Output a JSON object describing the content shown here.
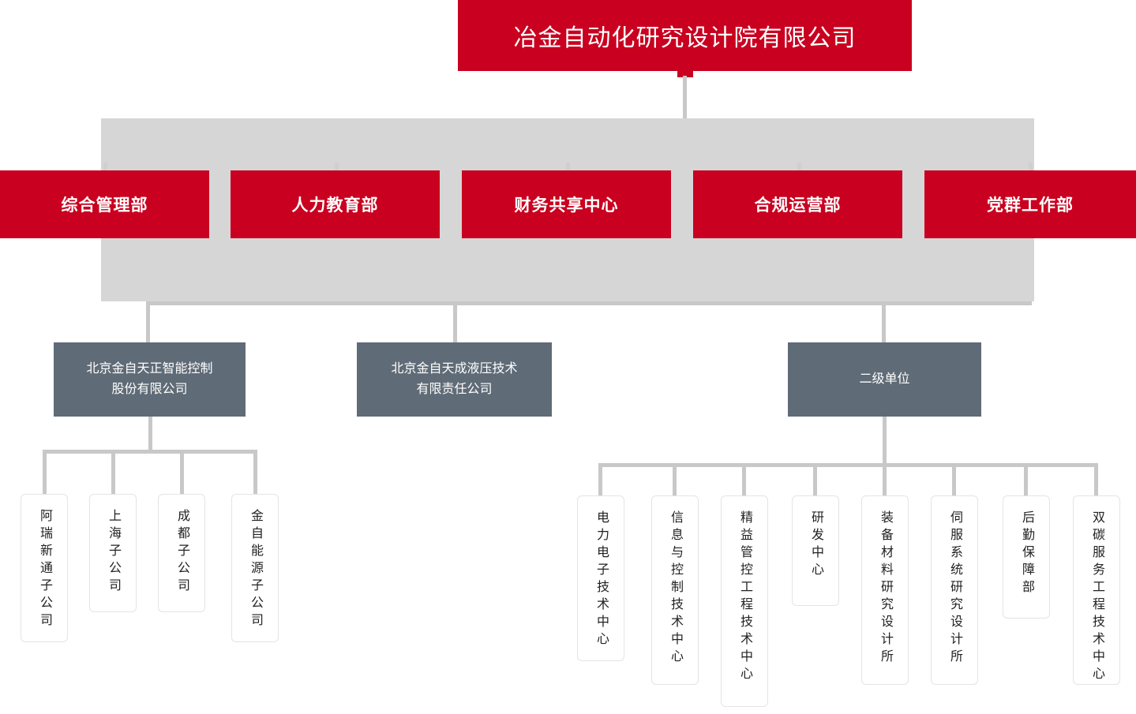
{
  "chart_type": "organization-chart",
  "colors": {
    "brand_red": "#c9001f",
    "band_grey": "#d6d6d6",
    "slate": "#5f6b76",
    "connector": "#c8c8c8",
    "leaf_border": "#e4e4e4"
  },
  "root": {
    "label": "冶金自动化研究设计院有限公司"
  },
  "departments": [
    {
      "label": "综合管理部"
    },
    {
      "label": "人力教育部"
    },
    {
      "label": "财务共享中心"
    },
    {
      "label": "合规运营部"
    },
    {
      "label": "党群工作部"
    }
  ],
  "subsidiaries": [
    {
      "line1": "北京金自天正智能控制",
      "line2": "股份有限公司"
    },
    {
      "line1": "北京金自天成液压技术",
      "line2": "有限责任公司"
    },
    {
      "line1": "二级单位",
      "line2": ""
    }
  ],
  "subsidiary_children": [
    {
      "label": "阿瑞新通子公司"
    },
    {
      "label": "上海子公司"
    },
    {
      "label": "成都子公司"
    },
    {
      "label": "金自能源子公司"
    }
  ],
  "second_level_units": [
    {
      "label": "电力电子技术中心"
    },
    {
      "label": "信息与控制技术中心"
    },
    {
      "label": "精益管控工程技术中心"
    },
    {
      "label": "研发中心"
    },
    {
      "label": "装备材料研究设计所"
    },
    {
      "label": "伺服系统研究设计所"
    },
    {
      "label": "后勤保障部"
    },
    {
      "label": "双碳服务工程技术中心"
    }
  ]
}
